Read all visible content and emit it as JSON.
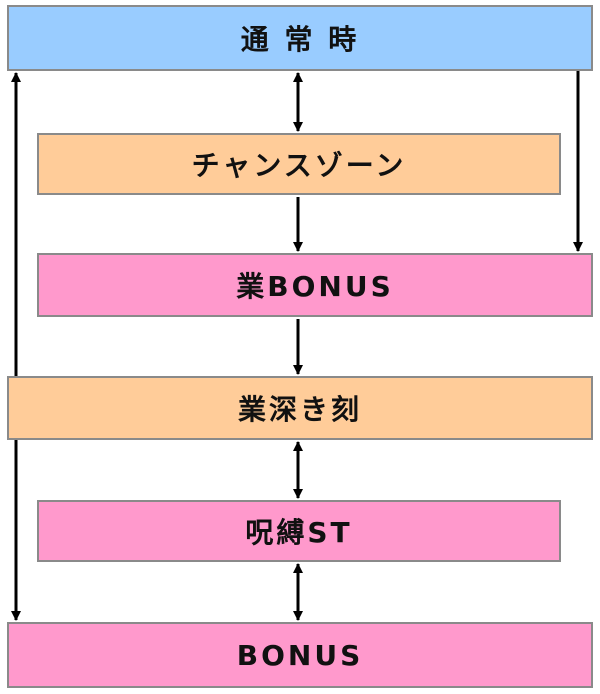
{
  "nodes": {
    "normal": {
      "label": "通 常 時",
      "color": "#99ccff"
    },
    "chance_zone": {
      "label": "チャンスゾーン",
      "color": "#ffcc99"
    },
    "gou_bonus": {
      "label": "業BONUS",
      "color": "#ff99cc"
    },
    "gou_fukaki_toki": {
      "label": "業深き刻",
      "color": "#ffcc99"
    },
    "jubaku_st": {
      "label": "呪縛ST",
      "color": "#ff99cc"
    },
    "bonus": {
      "label": "BONUS",
      "color": "#ff99cc"
    }
  },
  "edges": [
    {
      "from": "normal",
      "to": "chance_zone",
      "direction": "both"
    },
    {
      "from": "chance_zone",
      "to": "gou_bonus",
      "direction": "forward"
    },
    {
      "from": "normal",
      "to": "gou_bonus",
      "direction": "forward"
    },
    {
      "from": "gou_bonus",
      "to": "gou_fukaki_toki",
      "direction": "forward"
    },
    {
      "from": "gou_fukaki_toki",
      "to": "normal",
      "direction": "forward"
    },
    {
      "from": "gou_fukaki_toki",
      "to": "jubaku_st",
      "direction": "both"
    },
    {
      "from": "jubaku_st",
      "to": "bonus",
      "direction": "both"
    },
    {
      "from": "normal",
      "to": "bonus",
      "direction": "forward"
    }
  ]
}
